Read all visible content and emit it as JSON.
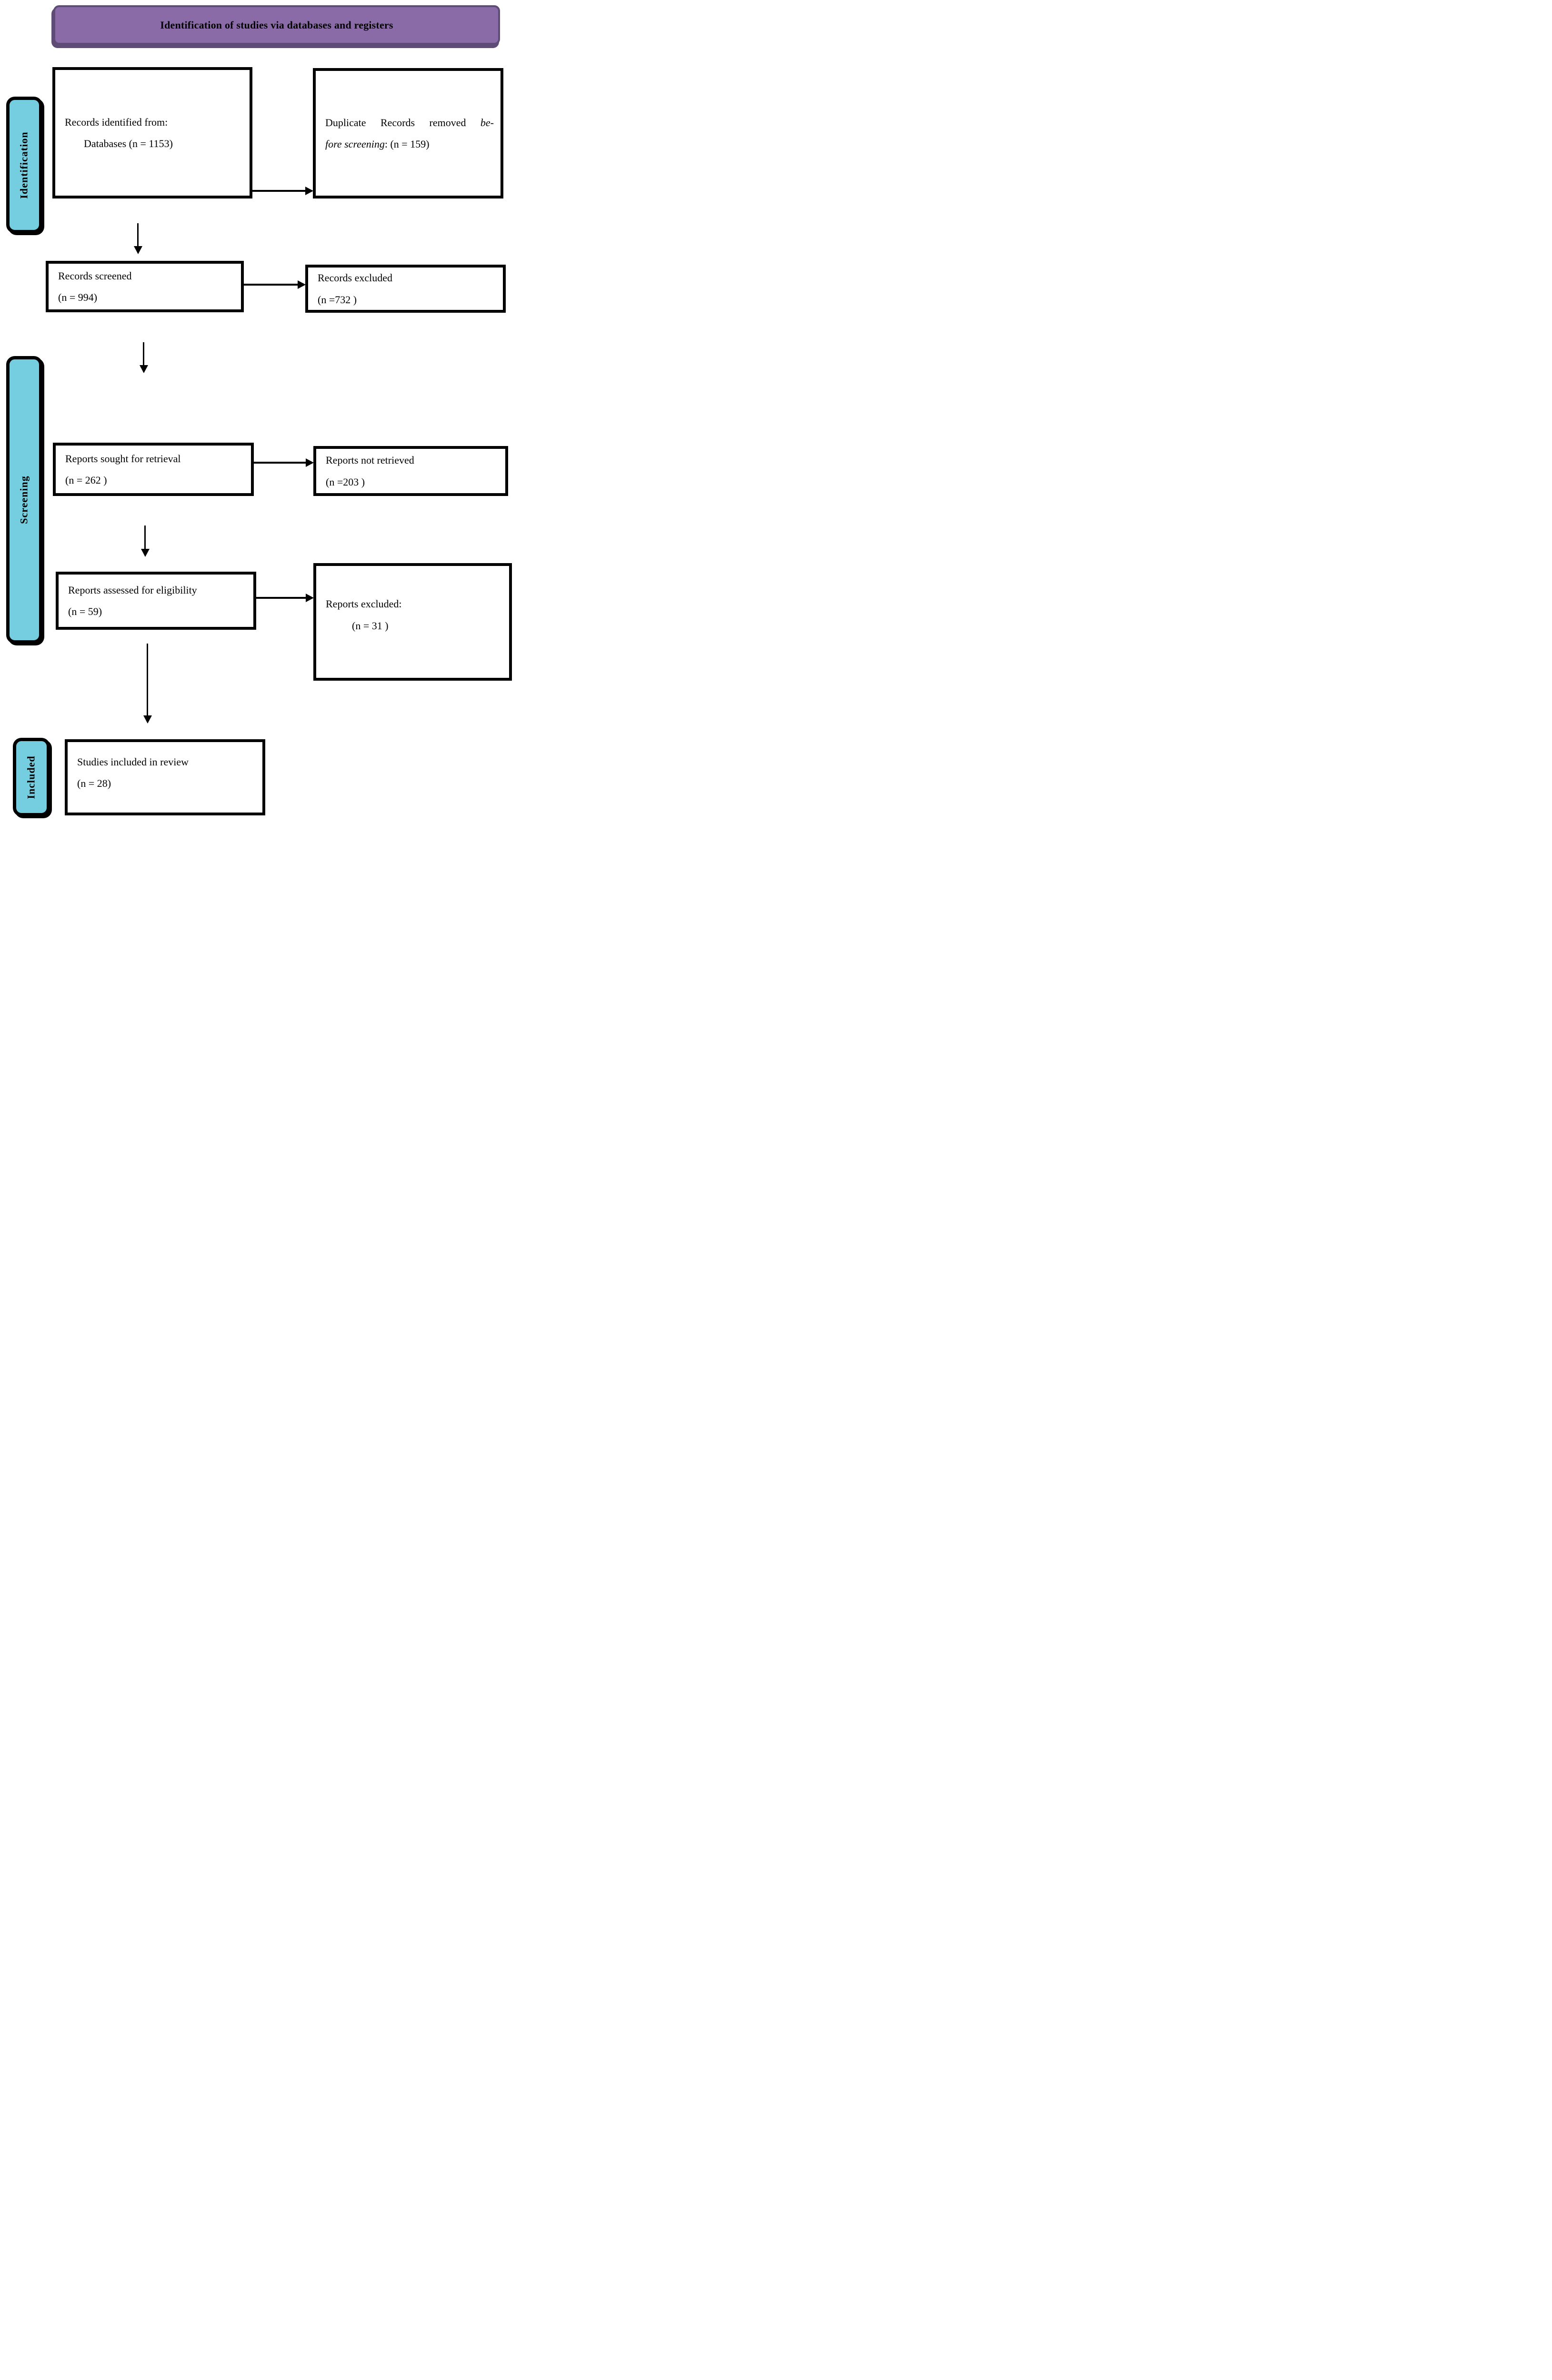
{
  "header": {
    "title": "Identification of studies via databases and registers"
  },
  "sidebar": {
    "identification_label": "Identification",
    "screening_label": "Screening",
    "included_label": "Included"
  },
  "boxes": {
    "records_identified": {
      "line1": "Records identified from:",
      "line2": "Databases (n = 1153)"
    },
    "duplicates_removed": {
      "line1_regular": "Duplicate Records removed ",
      "line1_italic": "be-",
      "line2_italic": "fore screening",
      "line2_regular": ": (n = 159)"
    },
    "records_screened": {
      "line1": "Records screened",
      "line2": "(n = 994)"
    },
    "records_excluded": {
      "line1": "Records excluded",
      "line2": "(n =732 )"
    },
    "reports_sought": {
      "line1": "Reports sought for retrieval",
      "line2": "(n = 262 )"
    },
    "reports_not_retrieved": {
      "line1": "Reports not retrieved",
      "line2": "(n =203 )"
    },
    "reports_assessed": {
      "line1": "Reports assessed for eligibility",
      "line2": "(n = 59)"
    },
    "reports_excluded": {
      "line1": "Reports excluded:",
      "line2": "(n = 31 )"
    },
    "studies_included": {
      "line1": "Studies included in review",
      "line2": "(n = 28)"
    }
  },
  "colors": {
    "banner_fill": "#8A6BA8",
    "banner_border": "#5E4B76",
    "stage_fill": "#74CEE0",
    "box_border": "#000000"
  }
}
